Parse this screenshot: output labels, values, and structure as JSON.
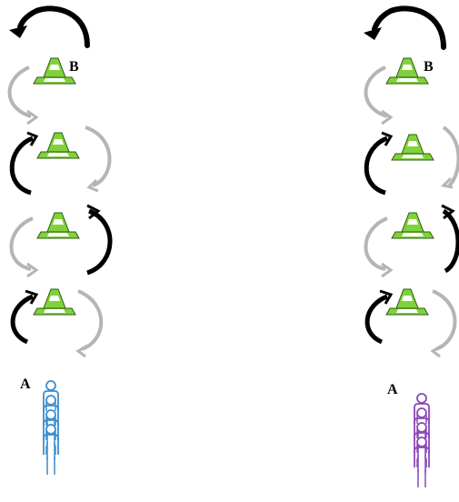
{
  "labels": {
    "left_start": "A",
    "left_end": "B",
    "right_start": "A",
    "right_end": "B"
  },
  "colors": {
    "cone": "#7fd23a",
    "cone_outline": "#2f5a12",
    "arrow_black": "#000000",
    "arrow_gray": "#c4c4c4",
    "people_left": "#3a8ecf",
    "people_right": "#8a49b8"
  },
  "icons": {
    "cone": "traffic-cone-icon",
    "arrow": "curved-arrow-icon",
    "person": "person-icon"
  },
  "course": {
    "cones_per_column": 4,
    "people_per_column": 4
  }
}
